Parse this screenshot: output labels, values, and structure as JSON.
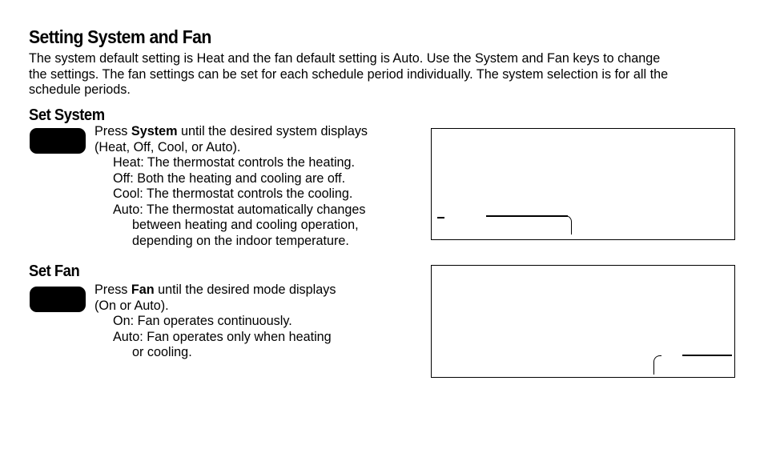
{
  "title": "Setting System and Fan",
  "intro_lines": [
    "The system default setting is Heat and the fan default setting is Auto. Use the System and Fan keys to change",
    "the settings. The fan settings can be set for each schedule period individually. The system selection is for all the",
    "schedule periods."
  ],
  "set_system": {
    "heading": "Set System",
    "press": "Press ",
    "key_name": "System",
    "line1_rest": " until the desired system displays",
    "line2": "(Heat, Off, Cool, or Auto).",
    "heat": "Heat: The thermostat controls the heating.",
    "off": "Off: Both the heating and cooling are off.",
    "cool": "Cool: The thermostat controls the cooling.",
    "auto1": "Auto: The thermostat automatically changes",
    "auto2": "between heating and cooling operation,",
    "auto3": "depending on the indoor temperature."
  },
  "set_fan": {
    "heading": "Set Fan",
    "press": "Press ",
    "key_name": "Fan",
    "line1_rest": " until the desired mode displays",
    "line2": "(On or Auto).",
    "on": "On: Fan operates continuously.",
    "auto1": "Auto: Fan operates only when heating",
    "auto2": "or cooling."
  }
}
